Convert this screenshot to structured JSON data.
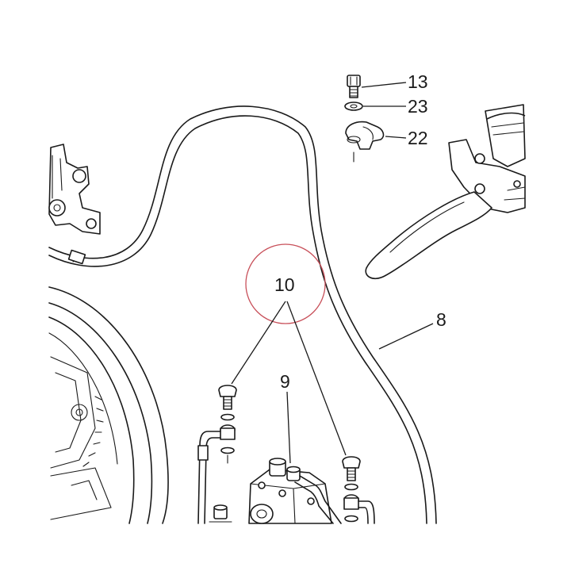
{
  "callouts": {
    "c13": "13",
    "c23": "23",
    "c22": "22",
    "c10": "10",
    "c8": "8",
    "c9": "9"
  },
  "colors": {
    "line": "#1a1a1a",
    "highlight_circle": "#c8505a",
    "background": "#ffffff"
  }
}
